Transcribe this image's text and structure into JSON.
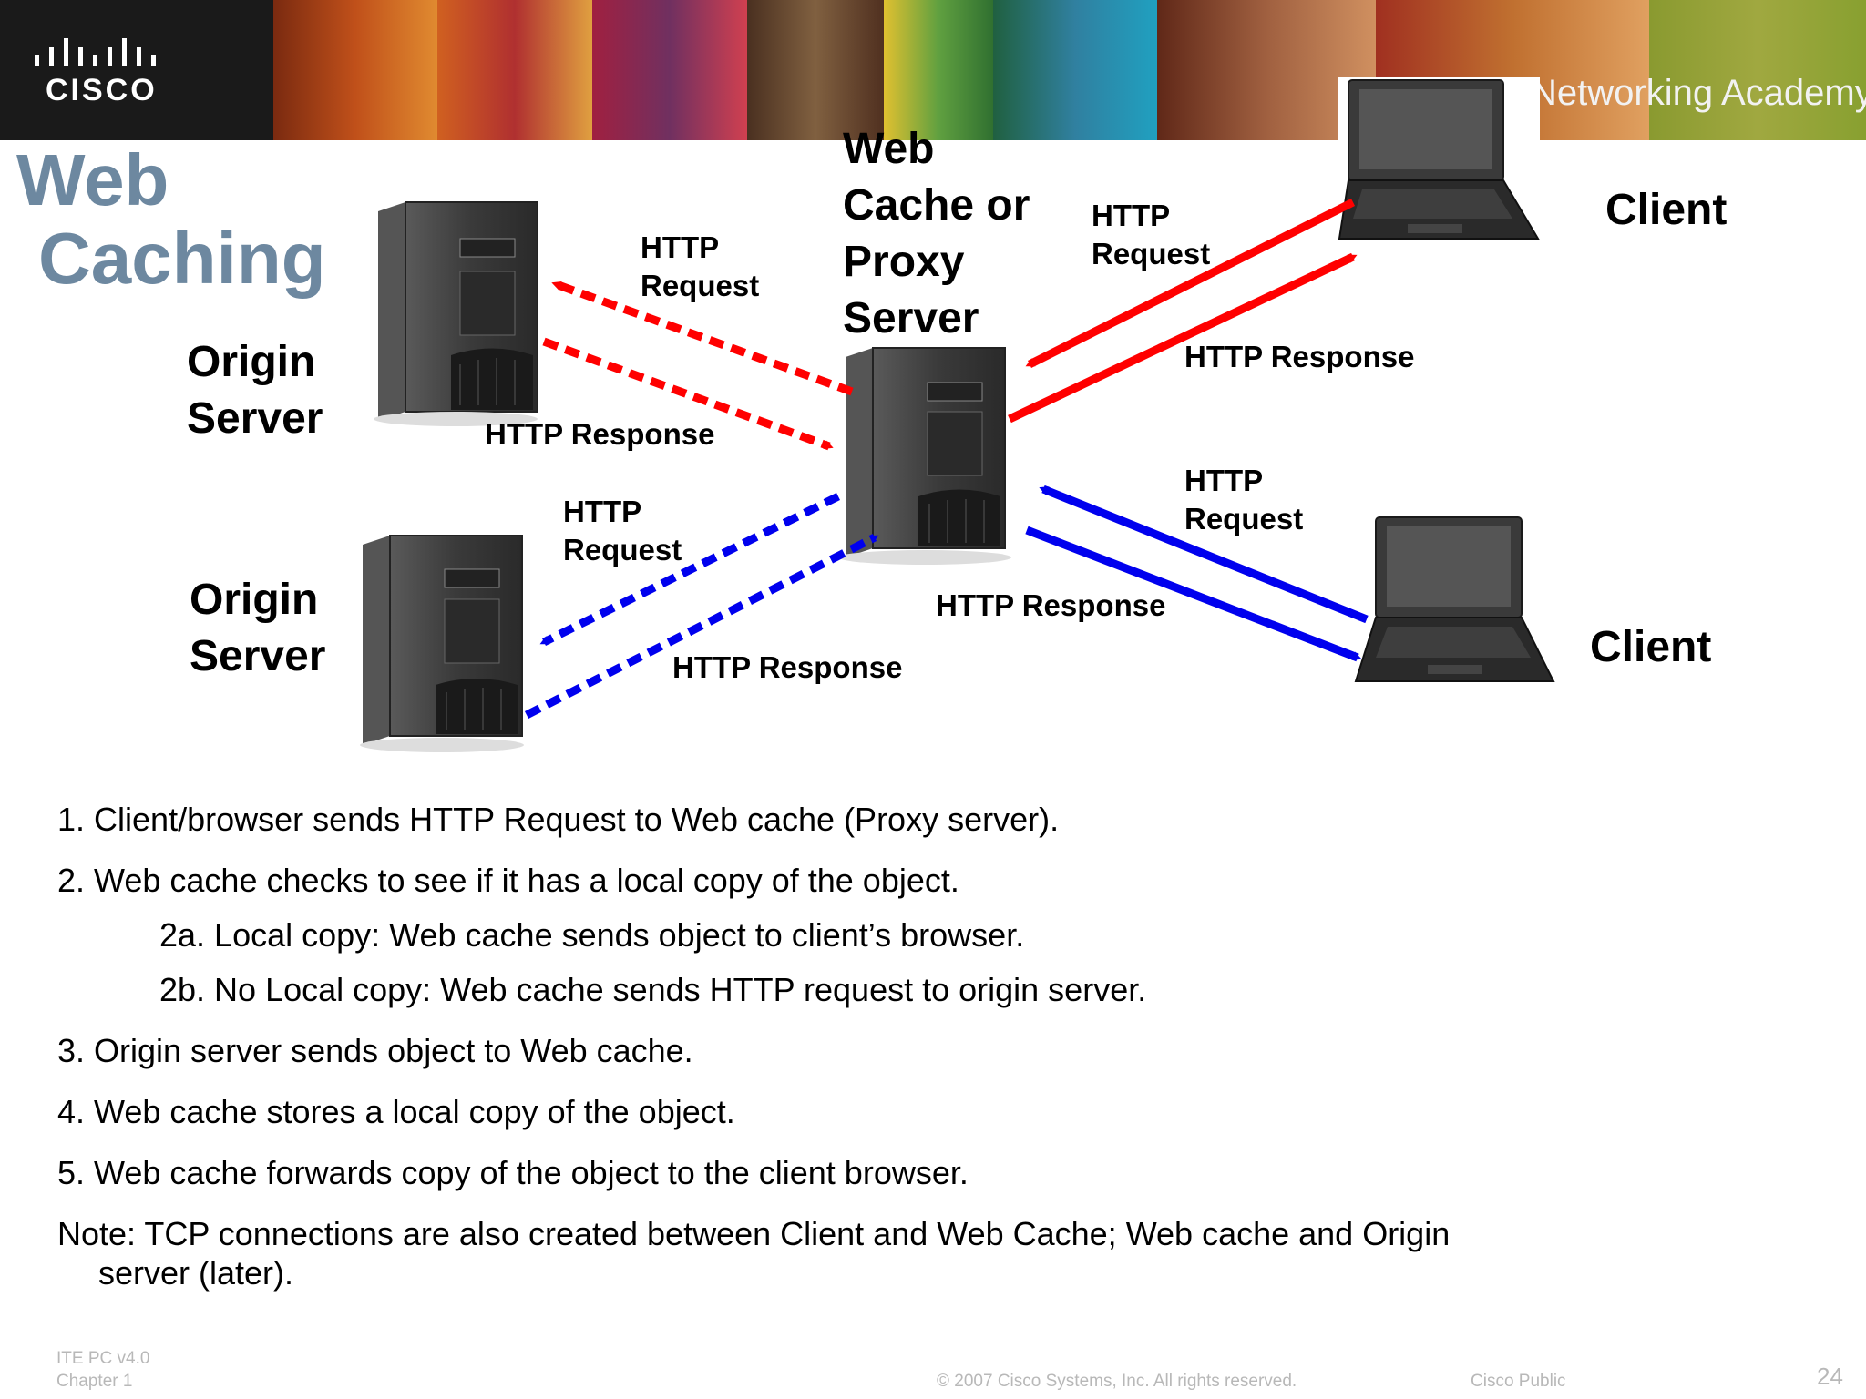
{
  "banner": {
    "logo_text": "CISCO",
    "academy_text": "Networking Academy"
  },
  "title": {
    "line1": "Web",
    "line2": "Caching"
  },
  "diagram": {
    "origin_server_1": {
      "label_line1": "Origin",
      "label_line2": "Server"
    },
    "origin_server_2": {
      "label_line1": "Origin",
      "label_line2": "Server"
    },
    "proxy_server": {
      "label_lines": [
        "Web",
        "Cache or",
        "Proxy",
        "Server"
      ]
    },
    "client_1": {
      "label": "Client"
    },
    "client_2": {
      "label": "Client"
    },
    "origin1_request": {
      "line1": "HTTP",
      "line2": "Request"
    },
    "origin1_response": "HTTP Response",
    "origin2_request": {
      "line1": "HTTP",
      "line2": "Request"
    },
    "origin2_response": "HTTP Response",
    "client1_request": {
      "line1": "HTTP",
      "line2": "Request"
    },
    "client1_response": "HTTP Response",
    "client2_request": {
      "line1": "HTTP",
      "line2": "Request"
    },
    "client2_response": "HTTP Response",
    "colors": {
      "red": "#ff0000",
      "blue": "#0000ee",
      "title": "#6d88a0"
    }
  },
  "steps": [
    "1. Client/browser sends HTTP Request to Web cache (Proxy server).",
    "2. Web cache checks to see if it has a local copy of the object.",
    "2a. Local copy: Web cache sends object to client’s browser.",
    "2b. No Local copy: Web cache sends HTTP request to origin server.",
    "3. Origin server sends object to Web cache.",
    "4. Web cache stores a local copy of the object.",
    "5. Web cache forwards copy of the object to the client browser."
  ],
  "note": {
    "line1": "Note: TCP connections are also created between Client and Web Cache; Web cache and Origin",
    "line2": "server (later)."
  },
  "footer": {
    "course": "ITE PC v4.0",
    "chapter": "Chapter 1",
    "copyright": "© 2007 Cisco Systems, Inc. All rights reserved.",
    "classification": "Cisco Public",
    "page_number": "24"
  }
}
